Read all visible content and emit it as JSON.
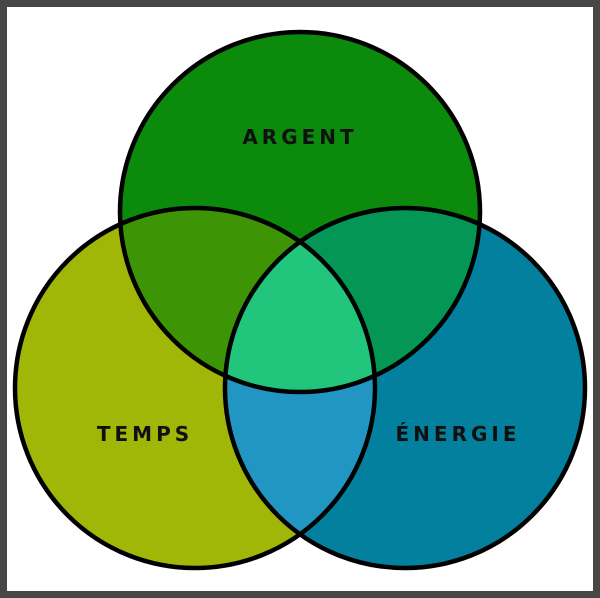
{
  "frame": {
    "background_color": "#ffffff",
    "border_color": "#474747"
  },
  "diagram": {
    "type": "venn-3-sets",
    "labels": {
      "top": "ARGENT",
      "left": "TEMPS",
      "right": "ÉNERGIE"
    },
    "colors": {
      "top_circle": "#0b8a0b",
      "left_circle": "#a1b707",
      "right_circle": "#04809f",
      "overlap_top_left": "#3d9404",
      "overlap_top_right": "#049655",
      "overlap_left_right": "#2196c3",
      "overlap_center": "#22c57c",
      "outline": "#000000",
      "label_text": "#101010"
    }
  }
}
